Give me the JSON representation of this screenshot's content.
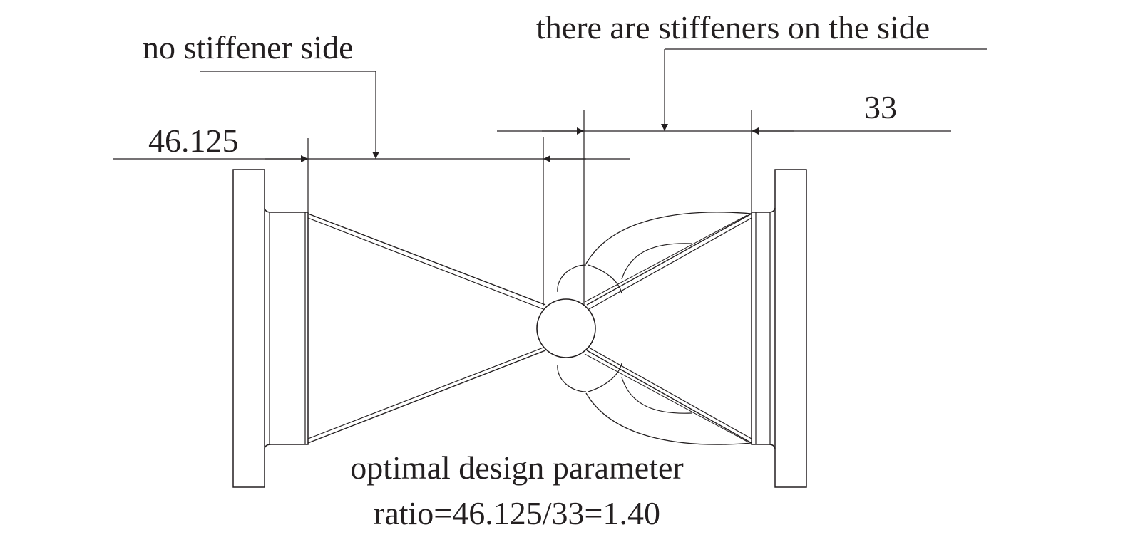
{
  "labels": {
    "no_stiffener": "no stiffener side",
    "stiffener": "there are stiffeners on the side",
    "dim_left": "46.125",
    "dim_right": "33",
    "caption_line1": "optimal design parameter",
    "caption_line2": "ratio=46.125/33=1.40"
  },
  "colors": {
    "ink": "#231f20",
    "background": "#ffffff"
  }
}
